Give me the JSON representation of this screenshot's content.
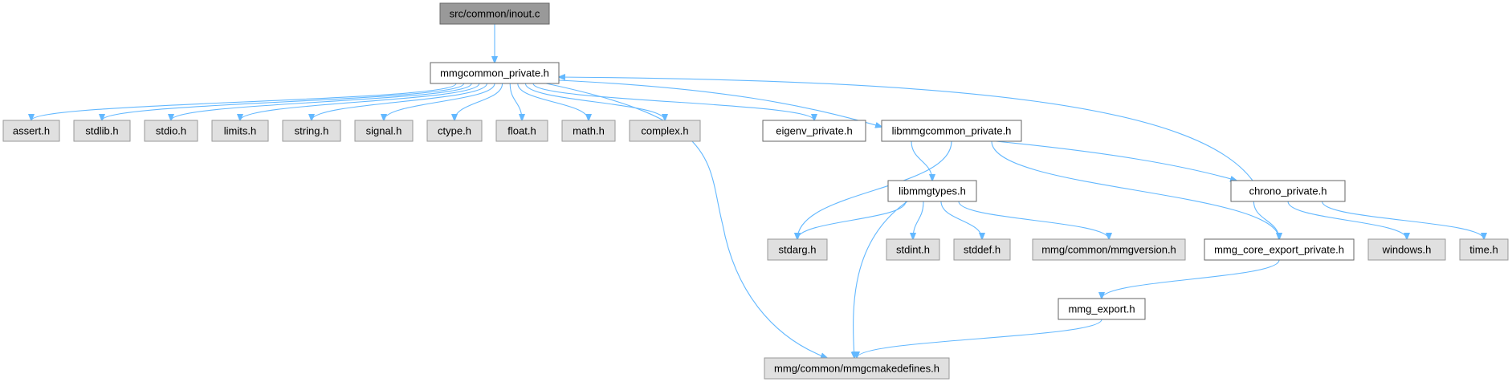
{
  "colors": {
    "edge": "#63b8ff",
    "root_fill": "#999999",
    "root_stroke": "#666666",
    "doc_fill": "#ffffff",
    "doc_stroke": "#666666",
    "sys_fill": "#e0e0e0",
    "sys_stroke": "#999999"
  },
  "nodes": {
    "inout": {
      "label": "src/common/inout.c",
      "kind": "root"
    },
    "mmgcommon_private": {
      "label": "mmgcommon_private.h",
      "kind": "doc"
    },
    "assert": {
      "label": "assert.h",
      "kind": "sys"
    },
    "stdlib": {
      "label": "stdlib.h",
      "kind": "sys"
    },
    "stdio": {
      "label": "stdio.h",
      "kind": "sys"
    },
    "limits": {
      "label": "limits.h",
      "kind": "sys"
    },
    "string": {
      "label": "string.h",
      "kind": "sys"
    },
    "signal": {
      "label": "signal.h",
      "kind": "sys"
    },
    "ctype": {
      "label": "ctype.h",
      "kind": "sys"
    },
    "float": {
      "label": "float.h",
      "kind": "sys"
    },
    "math": {
      "label": "math.h",
      "kind": "sys"
    },
    "complex": {
      "label": "complex.h",
      "kind": "sys"
    },
    "eigenv_private": {
      "label": "eigenv_private.h",
      "kind": "doc"
    },
    "libmmgcommon_private": {
      "label": "libmmgcommon_private.h",
      "kind": "doc"
    },
    "chrono_private": {
      "label": "chrono_private.h",
      "kind": "doc"
    },
    "libmmgtypes": {
      "label": "libmmgtypes.h",
      "kind": "doc"
    },
    "stdarg": {
      "label": "stdarg.h",
      "kind": "sys"
    },
    "stdint": {
      "label": "stdint.h",
      "kind": "sys"
    },
    "stddef": {
      "label": "stddef.h",
      "kind": "sys"
    },
    "mmgversion": {
      "label": "mmg/common/mmgversion.h",
      "kind": "sys"
    },
    "mmg_core_export_private": {
      "label": "mmg_core_export_private.h",
      "kind": "doc"
    },
    "windows": {
      "label": "windows.h",
      "kind": "sys"
    },
    "time": {
      "label": "time.h",
      "kind": "sys"
    },
    "mmg_export": {
      "label": "mmg_export.h",
      "kind": "doc"
    },
    "mmgcmakedefines": {
      "label": "mmg/common/mmgcmakedefines.h",
      "kind": "sys"
    }
  },
  "edges": [
    [
      "inout",
      "mmgcommon_private"
    ],
    [
      "mmgcommon_private",
      "assert"
    ],
    [
      "mmgcommon_private",
      "stdlib"
    ],
    [
      "mmgcommon_private",
      "stdio"
    ],
    [
      "mmgcommon_private",
      "limits"
    ],
    [
      "mmgcommon_private",
      "string"
    ],
    [
      "mmgcommon_private",
      "signal"
    ],
    [
      "mmgcommon_private",
      "ctype"
    ],
    [
      "mmgcommon_private",
      "float"
    ],
    [
      "mmgcommon_private",
      "math"
    ],
    [
      "mmgcommon_private",
      "complex"
    ],
    [
      "mmgcommon_private",
      "eigenv_private"
    ],
    [
      "mmgcommon_private",
      "libmmgcommon_private"
    ],
    [
      "mmgcommon_private",
      "mmgcmakedefines"
    ],
    [
      "libmmgcommon_private",
      "libmmgtypes"
    ],
    [
      "libmmgcommon_private",
      "stdarg"
    ],
    [
      "libmmgcommon_private",
      "chrono_private"
    ],
    [
      "libmmgcommon_private",
      "mmg_core_export_private"
    ],
    [
      "chrono_private",
      "mmgcommon_private"
    ],
    [
      "chrono_private",
      "mmg_core_export_private"
    ],
    [
      "chrono_private",
      "windows"
    ],
    [
      "chrono_private",
      "time"
    ],
    [
      "libmmgtypes",
      "stdarg"
    ],
    [
      "libmmgtypes",
      "stdint"
    ],
    [
      "libmmgtypes",
      "stddef"
    ],
    [
      "libmmgtypes",
      "mmgversion"
    ],
    [
      "libmmgtypes",
      "mmgcmakedefines"
    ],
    [
      "mmg_core_export_private",
      "mmg_export"
    ],
    [
      "mmg_export",
      "mmgcmakedefines"
    ]
  ]
}
